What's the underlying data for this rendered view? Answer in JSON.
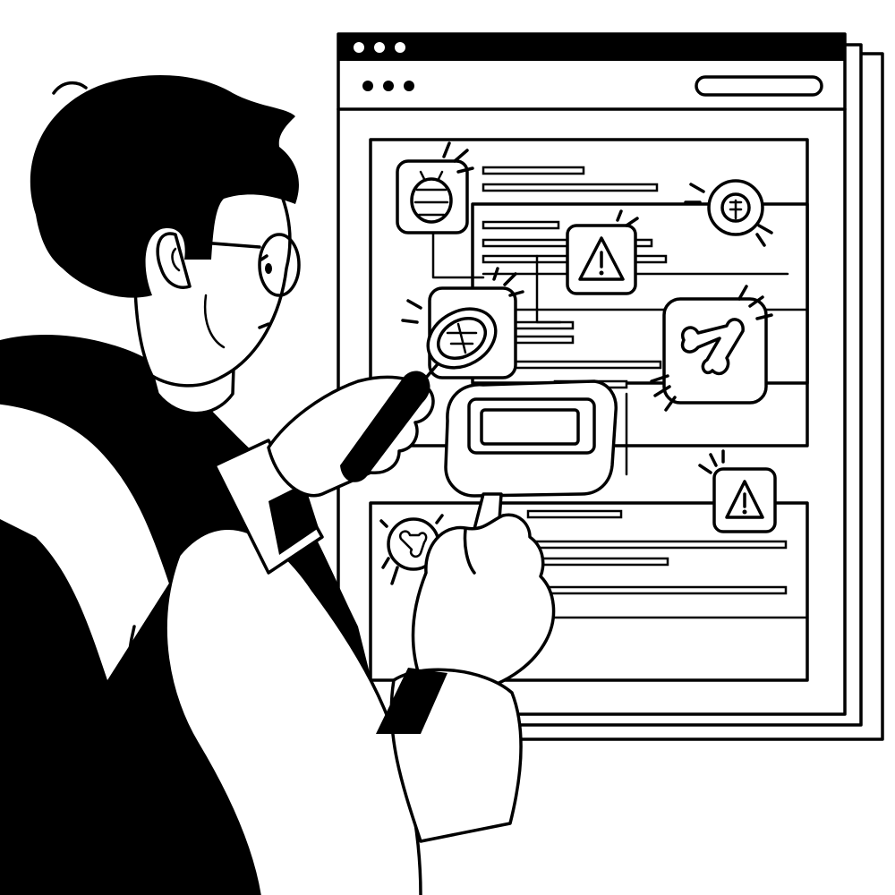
{
  "palette": {
    "ink": "#000000",
    "paper": "#ffffff"
  },
  "window": {
    "title_bar_dots": 3,
    "toolbar_dots": 3,
    "has_search_pill": true
  },
  "icons": [
    "bug-icon",
    "virus-icon",
    "warning-icon",
    "bug-icon",
    "broken-link-icon",
    "warning-icon",
    "virus-icon"
  ],
  "person": {
    "role": "developer inspecting code with magnifier",
    "wears_glasses": true
  }
}
